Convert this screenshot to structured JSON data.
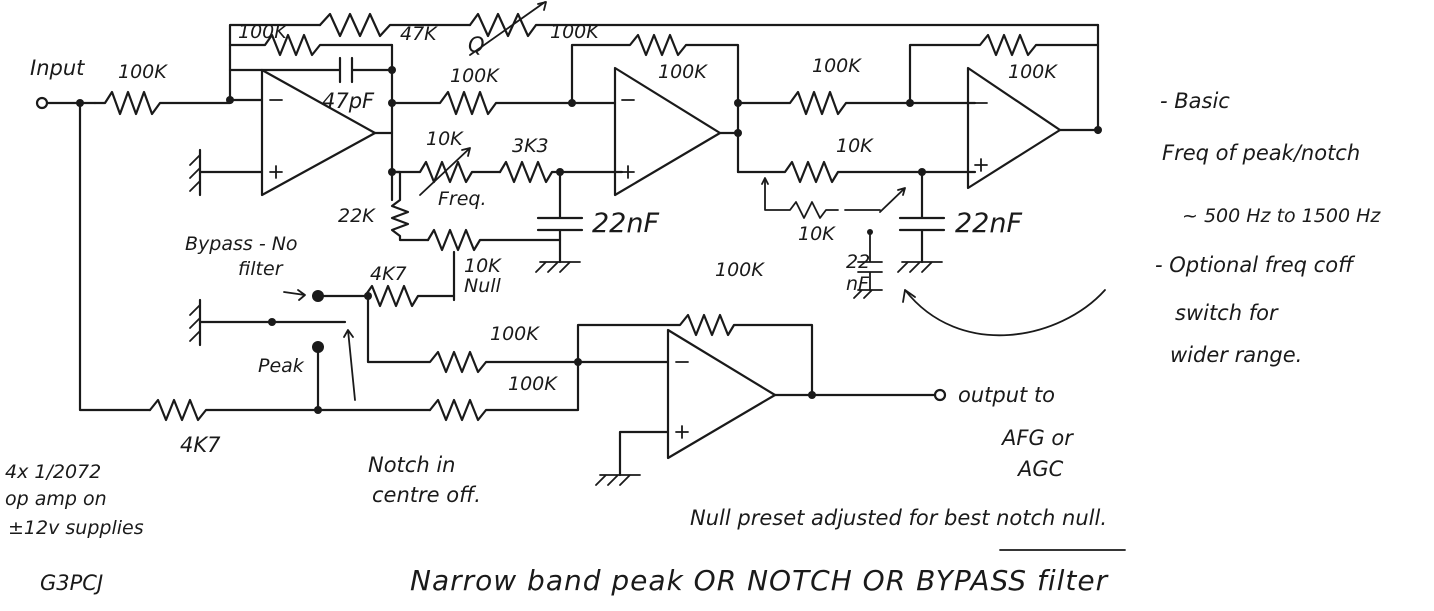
{
  "input_label": "Input",
  "components": {
    "r_in": "100K",
    "r_fb_top": "100K",
    "r_47k": "47K",
    "pot_q": "Q",
    "r_top2": "100K",
    "c_47pf": "47pF",
    "r_mid1": "100K",
    "r_mid2": "100K",
    "r_mid3": "100K",
    "r_fb3": "100K",
    "pot_freq": "10K",
    "r_3k3": "3K3",
    "freq_label": "Freq.",
    "r_22k": "22K",
    "c1": "22nF",
    "r_10k_sw": "10K",
    "r_10k_alt": "10K",
    "c2": "22nF",
    "c3_a": "22",
    "c3_b": "nF",
    "pot_null_a": "10K",
    "pot_null_b": "Null",
    "r_4k7_a": "4K7",
    "r_sum_fb": "100K",
    "r_sum1": "100K",
    "r_sum2": "100K",
    "r_4k7_b": "4K7"
  },
  "notes": {
    "basic_1": "- Basic",
    "basic_2": "Freq of peak/notch",
    "range": "~ 500 Hz to 1500 Hz",
    "optional_1": "- Optional freq coff",
    "optional_2": "switch for",
    "optional_3": "wider range.",
    "bypass_1": "Bypass - No",
    "bypass_2": "filter",
    "peak": "Peak",
    "notch_1": "Notch in",
    "notch_2": "centre off.",
    "output_1": "output to",
    "output_2": "AFG or",
    "output_3": "AGC",
    "null_note": "Null preset adjusted for best notch null.",
    "opamp_1": "4x 1/2072",
    "opamp_2": "op amp on",
    "opamp_3": "±12v supplies",
    "callsign": "G3PCJ"
  },
  "title": "Narrow band peak OR NOTCH OR BYPASS filter"
}
